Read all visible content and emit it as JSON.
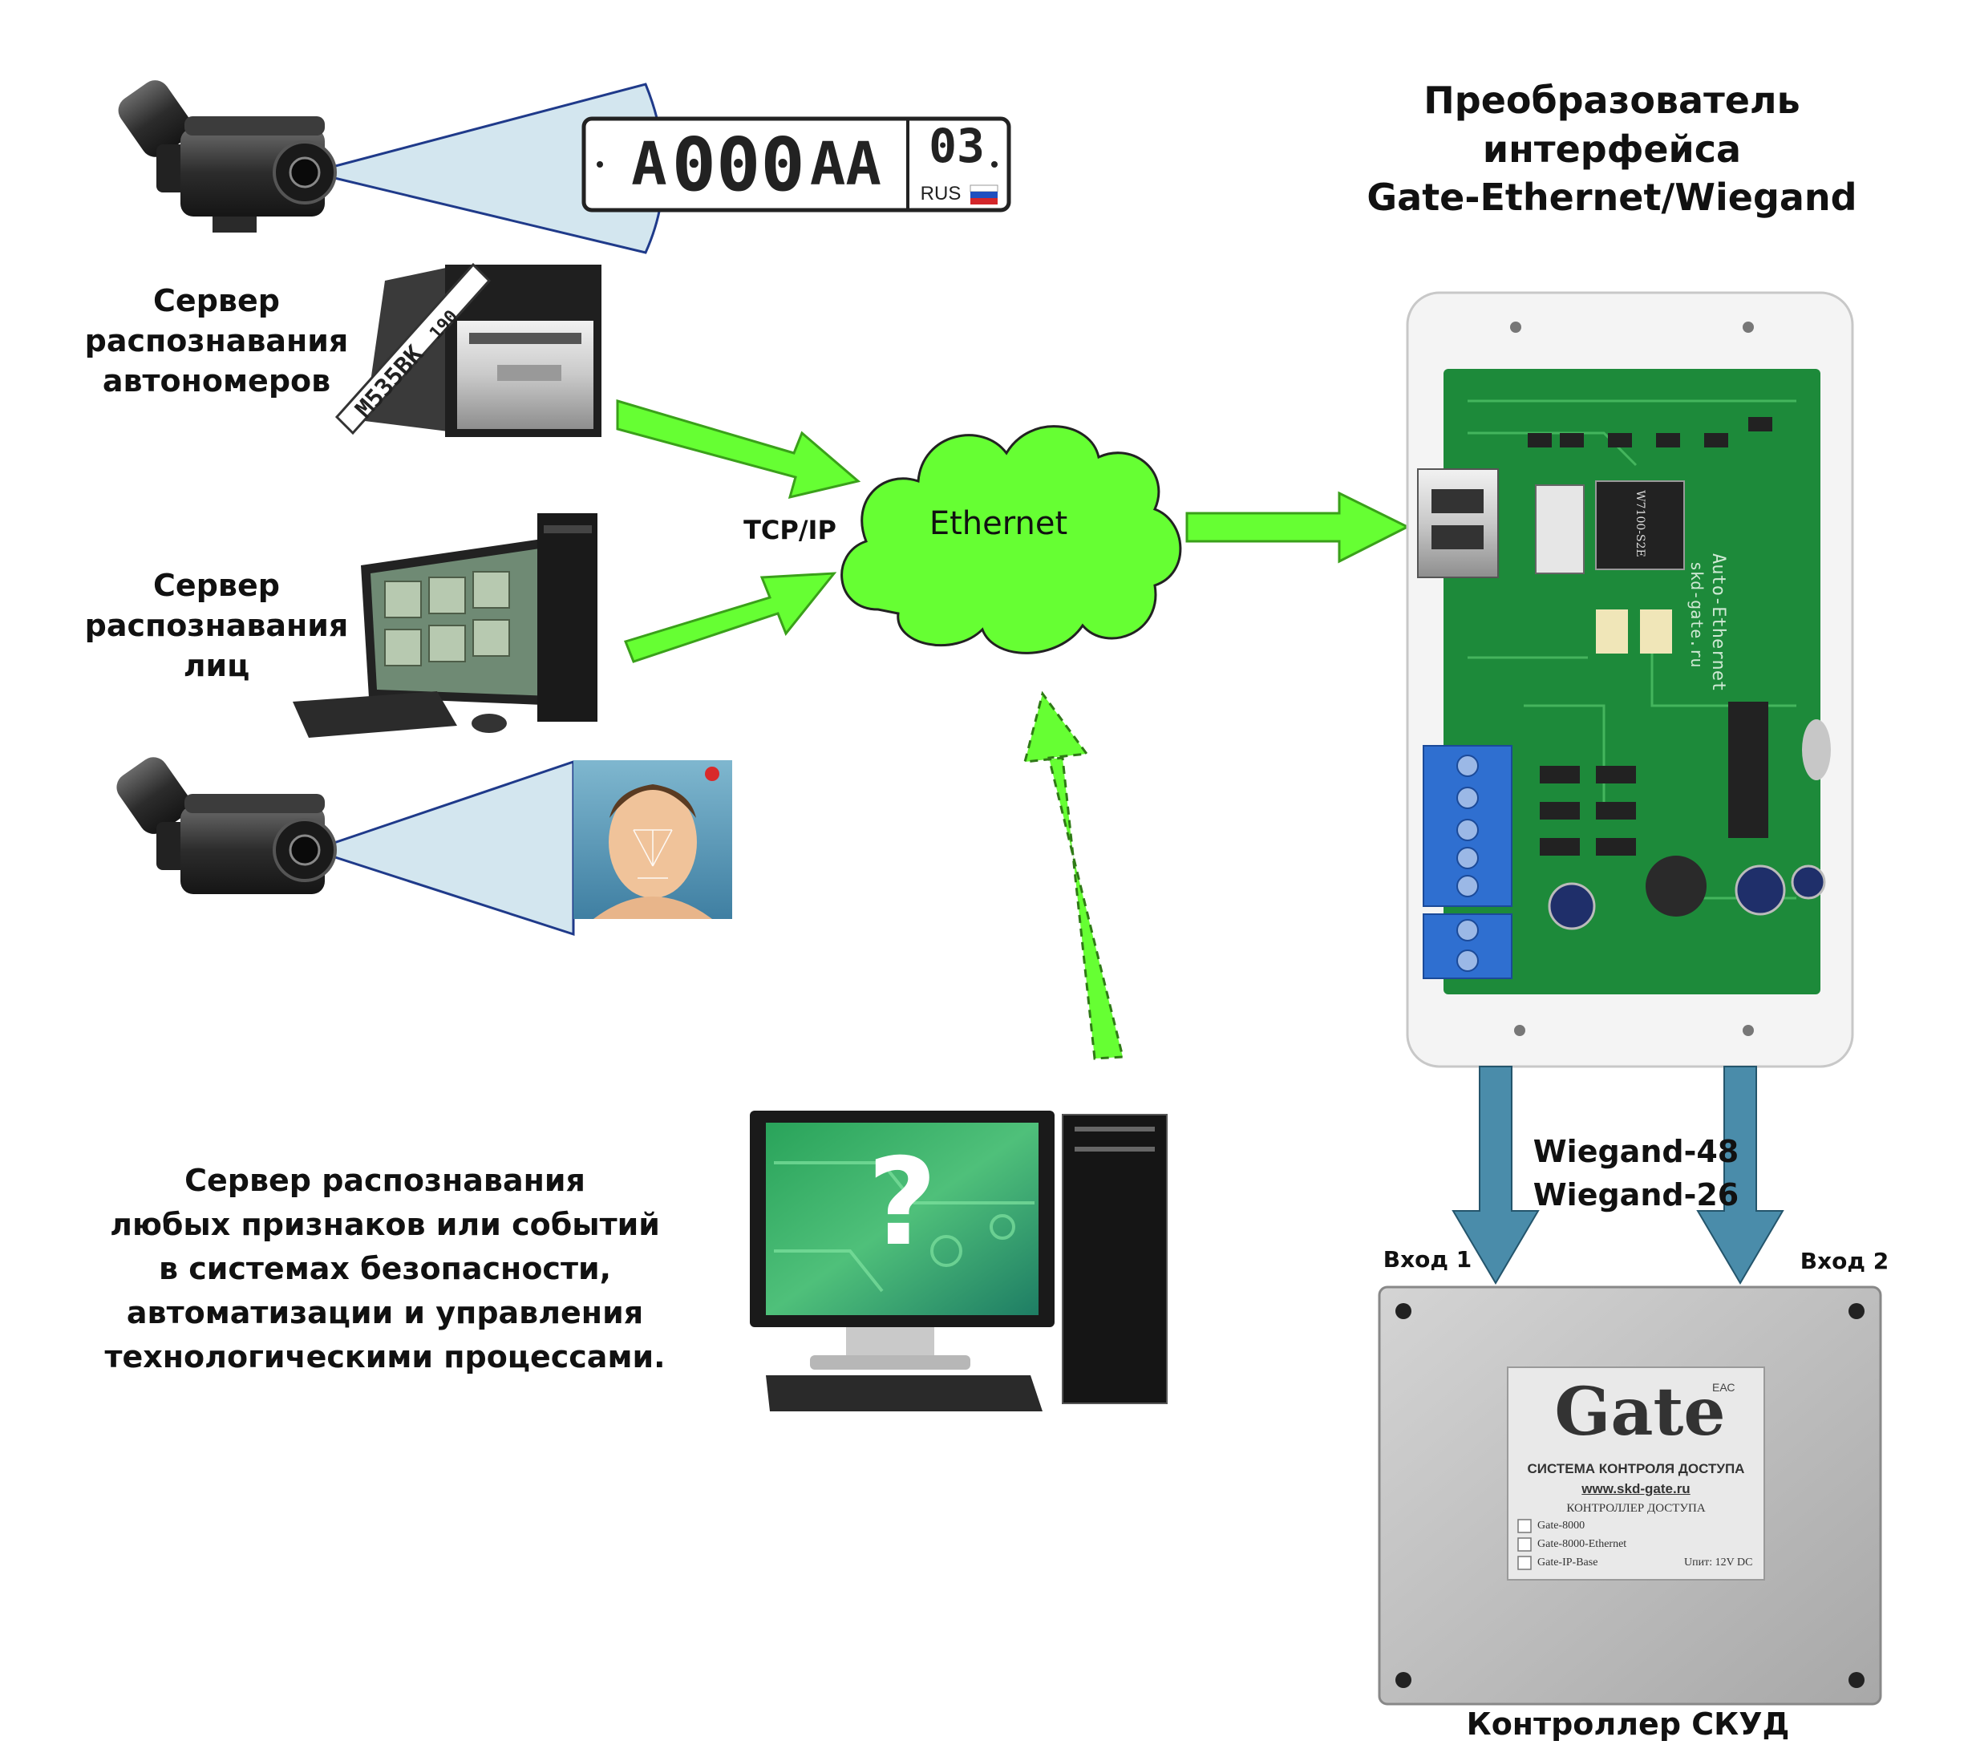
{
  "converter_title": {
    "line1": "Преобразователь",
    "line2": "интерфейса",
    "line3": "Gate-Ethernet/Wiegand"
  },
  "plate": {
    "letter1": "А",
    "digits": "000",
    "letters2": "АА",
    "region": "03",
    "country": "RUS"
  },
  "plate_small": {
    "text": "M535BK",
    "region": "190"
  },
  "server_plates_label": {
    "line1": "Сервер",
    "line2": "распознавания",
    "line3": "автономеров"
  },
  "server_faces_label": {
    "line1": "Сервер",
    "line2": "распознавания",
    "line3": "лиц"
  },
  "protocol_label": "TCP/IP",
  "cloud_label": "Ethernet",
  "generic_server_label": {
    "line1": "Сервер распознавания",
    "line2": "любых признаков или событий",
    "line3": "в системах безопасности,",
    "line4": "автоматизации и управления",
    "line5": "технологическими процессами."
  },
  "wiegand": {
    "line1": "Wiegand-48",
    "line2": "Wiegand-26"
  },
  "inputs": {
    "in1": "Вход 1",
    "in2": "Вход 2"
  },
  "board": {
    "side_text1": "Auto-Ethernet",
    "side_text2": "skd-gate.ru",
    "chip": "W7100-S2E"
  },
  "controller_panel": {
    "logo": "Gate",
    "subtitle": "СИСТЕМА КОНТРОЛЯ ДОСТУПА",
    "url": "www.skd-gate.ru",
    "section": "КОНТРОЛЛЕР ДОСТУПА",
    "items": [
      "Gate-8000",
      "Gate-8000-Ethernet",
      "Gate-IP-Base"
    ],
    "power": "Uпит: 12V DC",
    "marks": "ЕАС"
  },
  "controller_label": "Контроллер СКУД",
  "monitor_symbol": "?",
  "colors": {
    "arrow_green": "#66ff33",
    "arrow_outline": "#3aa01a",
    "blue_arrow": "#4a8caa",
    "pcb_green": "#1d8a3a",
    "terminal_blue": "#2f6fd0"
  }
}
